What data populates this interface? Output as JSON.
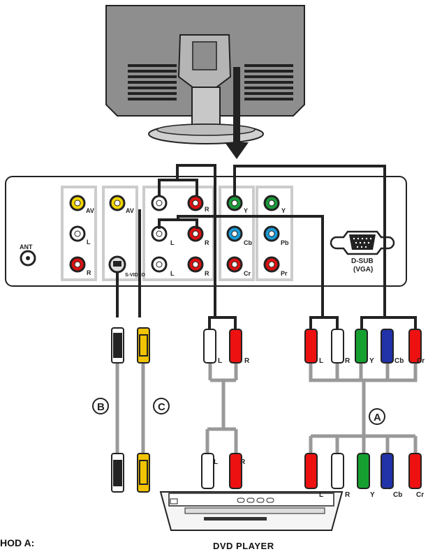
{
  "method_label": "HOD A:",
  "dvd_label": "DVD PLAYER",
  "panel": {
    "ant": "ANT",
    "av1": "AV",
    "av2": "AV",
    "l1": "L",
    "r1": "R",
    "svideo": "S-VIDEO",
    "g3_r_top": "R",
    "g3_l_mid": "L",
    "g3_r_mid": "R",
    "g3_l_bot": "L",
    "g3_r_bot": "R",
    "y1": "Y",
    "cb1": "Cb",
    "cr1": "Cr",
    "y2": "Y",
    "pb2": "Pb",
    "pr2": "Pr",
    "dsub": "D-SUB",
    "vga": "(VGA)"
  },
  "cables": {
    "mid_top_l": "L",
    "mid_top_r": "R",
    "mid_bot_l": "L",
    "mid_bot_r": "R",
    "right_top_l": "L",
    "right_top_r": "R",
    "right_top_y": "Y",
    "right_top_cb": "Cb",
    "right_top_cr": "Cr",
    "right_bot_l": "L",
    "right_bot_r": "R",
    "right_bot_y": "Y",
    "right_bot_cb": "Cb",
    "right_bot_cr": "Cr",
    "circle_a": "A",
    "circle_b": "B",
    "circle_c": "C"
  }
}
